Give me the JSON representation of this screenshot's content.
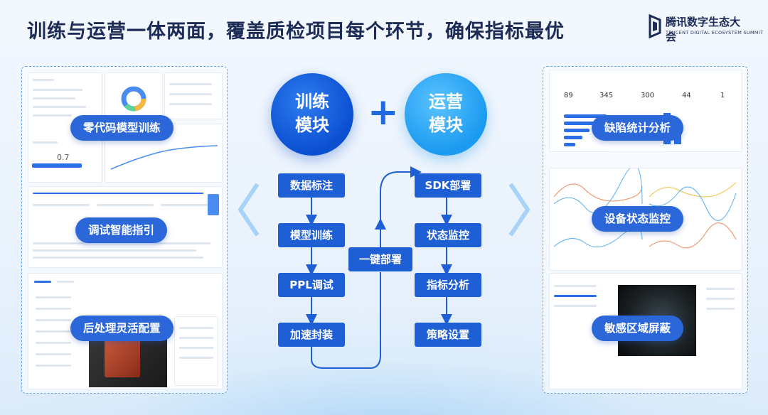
{
  "headline": "训练与运营一体两面，覆盖质检项目每个环节，确保指标最优",
  "brand": {
    "name": "腾讯数字生态大会",
    "subtitle": "TENCENT DIGITAL ECOSYSTEM SUMMIT"
  },
  "left_panel": {
    "features": [
      "零代码模型训练",
      "调试智能指引",
      "后处理灵活配置"
    ]
  },
  "right_panel": {
    "features": [
      "缺陷统计分析",
      "设备状态监控",
      "敏感区域屏蔽"
    ]
  },
  "modules": {
    "train": [
      "训练",
      "模块"
    ],
    "ops": [
      "运营",
      "模块"
    ],
    "plus": "+"
  },
  "train_steps": [
    "数据标注",
    "模型训练",
    "PPL调试",
    "加速封装"
  ],
  "ops_steps": [
    "SDK部署",
    "状态监控",
    "指标分析",
    "策略设置"
  ],
  "center_step": "一键部署",
  "colors": {
    "primary": "#1f5fd6",
    "train_circle": "#0b4fd1",
    "ops_circle": "#1a9af0",
    "headline": "#1d2c57"
  }
}
